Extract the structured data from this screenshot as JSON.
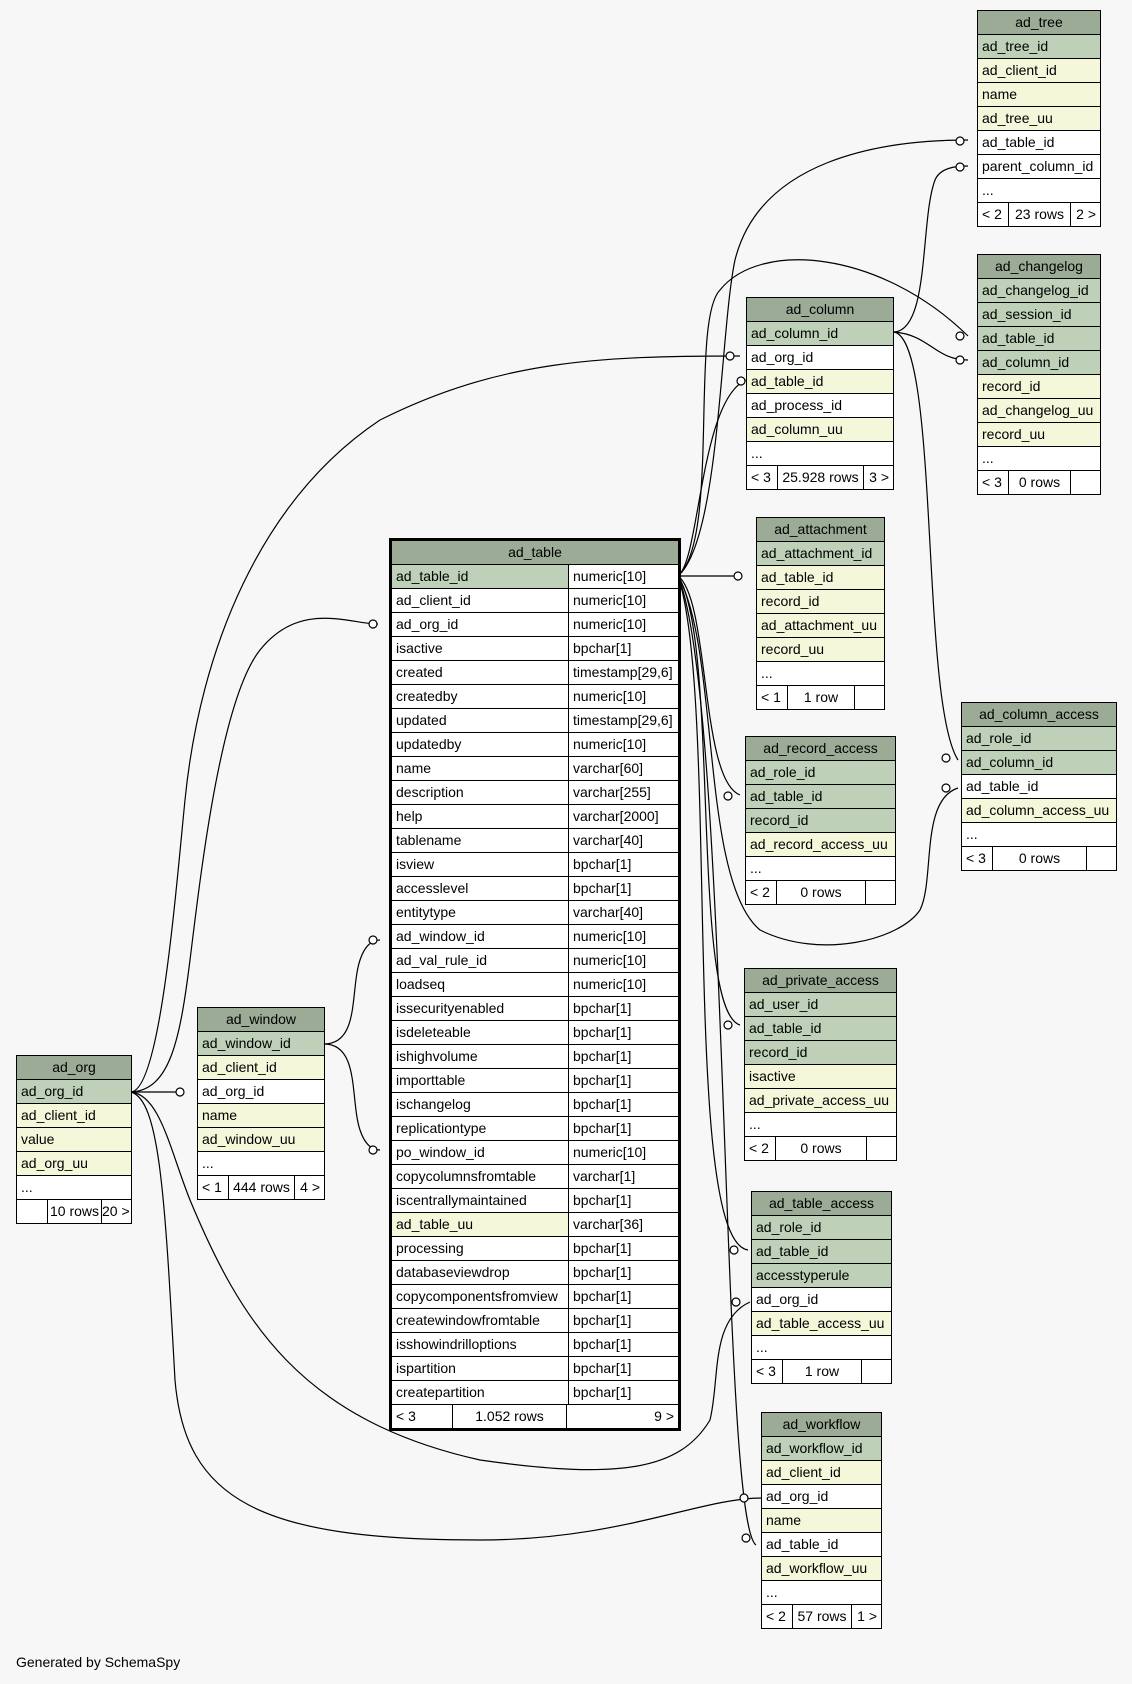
{
  "footer": "Generated by SchemaSpy",
  "colors": {
    "header": "#9bab96",
    "primary_key": "#bed1b8",
    "indexed": "#f4f7da",
    "plain": "#ffffff",
    "background": "#f7f7f7"
  },
  "tables": {
    "ad_tree": {
      "name": "ad_tree",
      "columns": [
        {
          "name": "ad_tree_id",
          "kind": "pk"
        },
        {
          "name": "ad_client_id",
          "kind": "ix"
        },
        {
          "name": "name",
          "kind": "ix"
        },
        {
          "name": "ad_tree_uu",
          "kind": "ix"
        },
        {
          "name": "ad_table_id",
          "kind": "pl"
        },
        {
          "name": "parent_column_id",
          "kind": "pl"
        },
        {
          "name": "...",
          "kind": "pl"
        }
      ],
      "footer": [
        "< 2",
        "23 rows",
        "2 >"
      ]
    },
    "ad_changelog": {
      "name": "ad_changelog",
      "columns": [
        {
          "name": "ad_changelog_id",
          "kind": "pk"
        },
        {
          "name": "ad_session_id",
          "kind": "pk"
        },
        {
          "name": "ad_table_id",
          "kind": "pk"
        },
        {
          "name": "ad_column_id",
          "kind": "pk"
        },
        {
          "name": "record_id",
          "kind": "ix"
        },
        {
          "name": "ad_changelog_uu",
          "kind": "ix"
        },
        {
          "name": "record_uu",
          "kind": "ix"
        },
        {
          "name": "...",
          "kind": "pl"
        }
      ],
      "footer": [
        "< 3",
        "0 rows",
        ""
      ]
    },
    "ad_column": {
      "name": "ad_column",
      "columns": [
        {
          "name": "ad_column_id",
          "kind": "pk"
        },
        {
          "name": "ad_org_id",
          "kind": "pl"
        },
        {
          "name": "ad_table_id",
          "kind": "ix"
        },
        {
          "name": "ad_process_id",
          "kind": "pl"
        },
        {
          "name": "ad_column_uu",
          "kind": "ix"
        },
        {
          "name": "...",
          "kind": "pl"
        }
      ],
      "footer": [
        "< 3",
        "25.928 rows",
        "3 >"
      ]
    },
    "ad_attachment": {
      "name": "ad_attachment",
      "columns": [
        {
          "name": "ad_attachment_id",
          "kind": "pk"
        },
        {
          "name": "ad_table_id",
          "kind": "ix"
        },
        {
          "name": "record_id",
          "kind": "ix"
        },
        {
          "name": "ad_attachment_uu",
          "kind": "ix"
        },
        {
          "name": "record_uu",
          "kind": "ix"
        },
        {
          "name": "...",
          "kind": "pl"
        }
      ],
      "footer": [
        "< 1",
        "1 row",
        ""
      ]
    },
    "ad_record_access": {
      "name": "ad_record_access",
      "columns": [
        {
          "name": "ad_role_id",
          "kind": "pk"
        },
        {
          "name": "ad_table_id",
          "kind": "pk"
        },
        {
          "name": "record_id",
          "kind": "pk"
        },
        {
          "name": "ad_record_access_uu",
          "kind": "ix"
        },
        {
          "name": "...",
          "kind": "pl"
        }
      ],
      "footer": [
        "< 2",
        "0 rows",
        ""
      ]
    },
    "ad_column_access": {
      "name": "ad_column_access",
      "columns": [
        {
          "name": "ad_role_id",
          "kind": "pk"
        },
        {
          "name": "ad_column_id",
          "kind": "pk"
        },
        {
          "name": "ad_table_id",
          "kind": "pl"
        },
        {
          "name": "ad_column_access_uu",
          "kind": "ix"
        },
        {
          "name": "...",
          "kind": "pl"
        }
      ],
      "footer": [
        "< 3",
        "0 rows",
        ""
      ]
    },
    "ad_private_access": {
      "name": "ad_private_access",
      "columns": [
        {
          "name": "ad_user_id",
          "kind": "pk"
        },
        {
          "name": "ad_table_id",
          "kind": "pk"
        },
        {
          "name": "record_id",
          "kind": "pk"
        },
        {
          "name": "isactive",
          "kind": "ix"
        },
        {
          "name": "ad_private_access_uu",
          "kind": "ix"
        },
        {
          "name": "...",
          "kind": "pl"
        }
      ],
      "footer": [
        "< 2",
        "0 rows",
        ""
      ]
    },
    "ad_table_access": {
      "name": "ad_table_access",
      "columns": [
        {
          "name": "ad_role_id",
          "kind": "pk"
        },
        {
          "name": "ad_table_id",
          "kind": "pk"
        },
        {
          "name": "accesstyperule",
          "kind": "pk"
        },
        {
          "name": "ad_org_id",
          "kind": "pl"
        },
        {
          "name": "ad_table_access_uu",
          "kind": "ix"
        },
        {
          "name": "...",
          "kind": "pl"
        }
      ],
      "footer": [
        "< 3",
        "1 row",
        ""
      ]
    },
    "ad_workflow": {
      "name": "ad_workflow",
      "columns": [
        {
          "name": "ad_workflow_id",
          "kind": "pk"
        },
        {
          "name": "ad_client_id",
          "kind": "ix"
        },
        {
          "name": "ad_org_id",
          "kind": "pl"
        },
        {
          "name": "name",
          "kind": "ix"
        },
        {
          "name": "ad_table_id",
          "kind": "pl"
        },
        {
          "name": "ad_workflow_uu",
          "kind": "ix"
        },
        {
          "name": "...",
          "kind": "pl"
        }
      ],
      "footer": [
        "< 2",
        "57 rows",
        "1 >"
      ]
    },
    "ad_window": {
      "name": "ad_window",
      "columns": [
        {
          "name": "ad_window_id",
          "kind": "pk"
        },
        {
          "name": "ad_client_id",
          "kind": "ix"
        },
        {
          "name": "ad_org_id",
          "kind": "pl"
        },
        {
          "name": "name",
          "kind": "ix"
        },
        {
          "name": "ad_window_uu",
          "kind": "ix"
        },
        {
          "name": "...",
          "kind": "pl"
        }
      ],
      "footer": [
        "< 1",
        "444 rows",
        "4 >"
      ]
    },
    "ad_org": {
      "name": "ad_org",
      "columns": [
        {
          "name": "ad_org_id",
          "kind": "pk"
        },
        {
          "name": "ad_client_id",
          "kind": "ix"
        },
        {
          "name": "value",
          "kind": "ix"
        },
        {
          "name": "ad_org_uu",
          "kind": "ix"
        },
        {
          "name": "...",
          "kind": "pl"
        }
      ],
      "footer": [
        "",
        "10 rows",
        "20 >"
      ]
    },
    "ad_table": {
      "name": "ad_table",
      "columns": [
        {
          "name": "ad_table_id",
          "type": "numeric[10]",
          "kind": "pk"
        },
        {
          "name": "ad_client_id",
          "type": "numeric[10]",
          "kind": "pl"
        },
        {
          "name": "ad_org_id",
          "type": "numeric[10]",
          "kind": "pl"
        },
        {
          "name": "isactive",
          "type": "bpchar[1]",
          "kind": "pl"
        },
        {
          "name": "created",
          "type": "timestamp[29,6]",
          "kind": "pl"
        },
        {
          "name": "createdby",
          "type": "numeric[10]",
          "kind": "pl"
        },
        {
          "name": "updated",
          "type": "timestamp[29,6]",
          "kind": "pl"
        },
        {
          "name": "updatedby",
          "type": "numeric[10]",
          "kind": "pl"
        },
        {
          "name": "name",
          "type": "varchar[60]",
          "kind": "pl"
        },
        {
          "name": "description",
          "type": "varchar[255]",
          "kind": "pl"
        },
        {
          "name": "help",
          "type": "varchar[2000]",
          "kind": "pl"
        },
        {
          "name": "tablename",
          "type": "varchar[40]",
          "kind": "pl"
        },
        {
          "name": "isview",
          "type": "bpchar[1]",
          "kind": "pl"
        },
        {
          "name": "accesslevel",
          "type": "bpchar[1]",
          "kind": "pl"
        },
        {
          "name": "entitytype",
          "type": "varchar[40]",
          "kind": "pl"
        },
        {
          "name": "ad_window_id",
          "type": "numeric[10]",
          "kind": "pl"
        },
        {
          "name": "ad_val_rule_id",
          "type": "numeric[10]",
          "kind": "pl"
        },
        {
          "name": "loadseq",
          "type": "numeric[10]",
          "kind": "pl"
        },
        {
          "name": "issecurityenabled",
          "type": "bpchar[1]",
          "kind": "pl"
        },
        {
          "name": "isdeleteable",
          "type": "bpchar[1]",
          "kind": "pl"
        },
        {
          "name": "ishighvolume",
          "type": "bpchar[1]",
          "kind": "pl"
        },
        {
          "name": "importtable",
          "type": "bpchar[1]",
          "kind": "pl"
        },
        {
          "name": "ischangelog",
          "type": "bpchar[1]",
          "kind": "pl"
        },
        {
          "name": "replicationtype",
          "type": "bpchar[1]",
          "kind": "pl"
        },
        {
          "name": "po_window_id",
          "type": "numeric[10]",
          "kind": "pl"
        },
        {
          "name": "copycolumnsfromtable",
          "type": "varchar[1]",
          "kind": "pl"
        },
        {
          "name": "iscentrallymaintained",
          "type": "bpchar[1]",
          "kind": "pl"
        },
        {
          "name": "ad_table_uu",
          "type": "varchar[36]",
          "kind": "ix"
        },
        {
          "name": "processing",
          "type": "bpchar[1]",
          "kind": "pl"
        },
        {
          "name": "databaseviewdrop",
          "type": "bpchar[1]",
          "kind": "pl"
        },
        {
          "name": "copycomponentsfromview",
          "type": "bpchar[1]",
          "kind": "pl"
        },
        {
          "name": "createwindowfromtable",
          "type": "bpchar[1]",
          "kind": "pl"
        },
        {
          "name": "isshowindrilloptions",
          "type": "bpchar[1]",
          "kind": "pl"
        },
        {
          "name": "ispartition",
          "type": "bpchar[1]",
          "kind": "pl"
        },
        {
          "name": "createpartition",
          "type": "bpchar[1]",
          "kind": "pl"
        }
      ],
      "footer": [
        "< 3",
        "1.052 rows",
        "9 >"
      ]
    }
  }
}
